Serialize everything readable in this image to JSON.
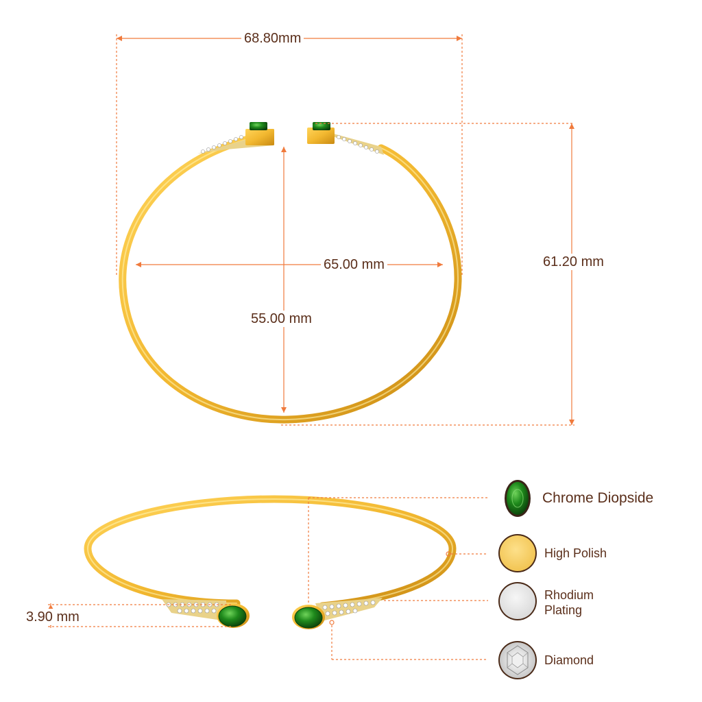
{
  "colors": {
    "dimension_line": "#f07a3c",
    "gold": "#f2b830",
    "gold_dark": "#c98a12",
    "emerald": "#1f7a1a",
    "text": "#5a2e1a"
  },
  "dimensions": {
    "overall_width": "68.80mm",
    "overall_height": "61.20 mm",
    "inner_width": "65.00 mm",
    "inner_height": "55.00 mm",
    "stone_height": "3.90 mm"
  },
  "legend": [
    {
      "label": "Chrome Diopside",
      "icon": "green-oval-gem-icon"
    },
    {
      "label": "High Polish",
      "icon": "gold-swatch-icon"
    },
    {
      "label": "Rhodium Plating",
      "icon": "silver-swatch-icon"
    },
    {
      "label": "Diamond",
      "icon": "round-diamond-icon"
    }
  ]
}
